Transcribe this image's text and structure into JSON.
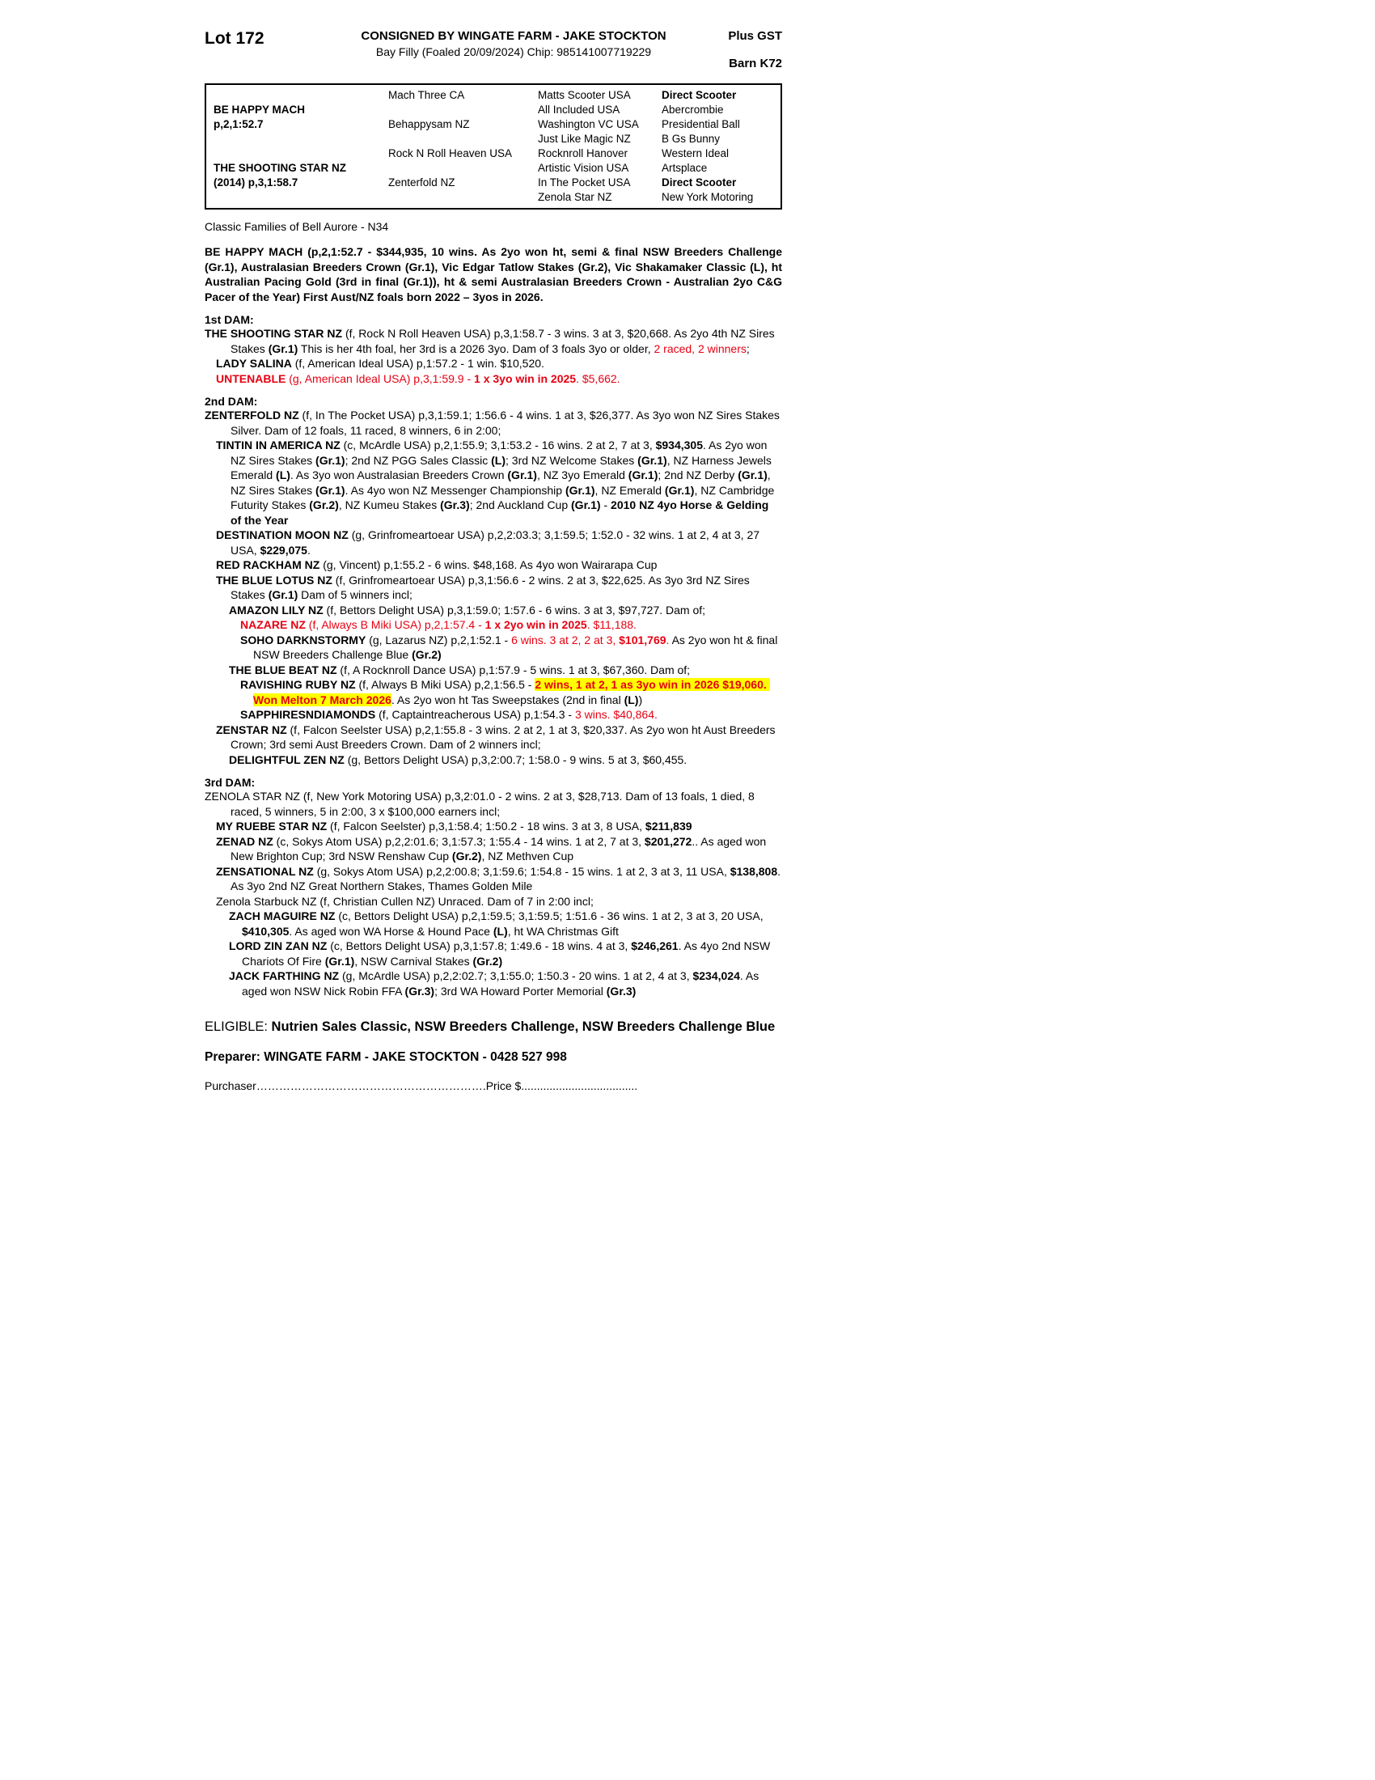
{
  "colors": {
    "accent_red": "#e60012",
    "highlight_yellow": "#ffff00"
  },
  "header": {
    "lot": "Lot 172",
    "consigned": "CONSIGNED BY WINGATE FARM - JAKE STOCKTON",
    "plus_gst": "Plus GST",
    "description": "Bay Filly (Foaled 20/09/2024) Chip: 985141007719229",
    "barn": "Barn K72"
  },
  "pedigree_table": {
    "rows": [
      [
        {
          "t": ""
        },
        {
          "t": "Mach Three CA"
        },
        {
          "t": "Matts Scooter USA"
        },
        {
          "t": "Direct Scooter",
          "b": true
        }
      ],
      [
        {
          "t": "BE HAPPY MACH",
          "b": true
        },
        {
          "t": ""
        },
        {
          "t": "All Included USA"
        },
        {
          "t": "Abercrombie"
        }
      ],
      [
        {
          "t": "p,2,1:52.7",
          "b": true
        },
        {
          "t": "Behappysam NZ"
        },
        {
          "t": "Washington VC USA"
        },
        {
          "t": "Presidential Ball"
        }
      ],
      [
        {
          "t": ""
        },
        {
          "t": ""
        },
        {
          "t": "Just Like Magic NZ"
        },
        {
          "t": "B Gs Bunny"
        }
      ],
      [
        {
          "t": ""
        },
        {
          "t": "Rock N Roll Heaven USA"
        },
        {
          "t": "Rocknroll Hanover"
        },
        {
          "t": "Western Ideal"
        }
      ],
      [
        {
          "t": "THE SHOOTING STAR NZ",
          "b": true
        },
        {
          "t": ""
        },
        {
          "t": "Artistic Vision USA"
        },
        {
          "t": "Artsplace"
        }
      ],
      [
        {
          "t": "(2014) p,3,1:58.7",
          "b": true
        },
        {
          "t": "Zenterfold NZ"
        },
        {
          "t": "In The Pocket USA"
        },
        {
          "t": "Direct Scooter",
          "b": true
        }
      ],
      [
        {
          "t": ""
        },
        {
          "t": ""
        },
        {
          "t": "Zenola Star NZ"
        },
        {
          "t": "New York Motoring"
        }
      ]
    ]
  },
  "family_note": "Classic Families of Bell Aurore - N34",
  "sections": [
    {
      "heading": null,
      "entries": [
        {
          "i": 0,
          "j": true,
          "segs": [
            {
              "t": "BE HAPPY MACH (p,2,1:52.7 - $344,935, 10 wins. As 2yo won ht, semi & final NSW Breeders Challenge (Gr.1), Australasian Breeders Crown (Gr.1), Vic Edgar Tatlow Stakes (Gr.2), Vic Shakamaker Classic (L), ht Australian Pacing Gold (3rd in final (Gr.1)), ht & semi Australasian Breeders Crown - Australian 2yo C&G Pacer of the Year) First Aust/NZ foals born 2022 – 3yos in 2026.",
              "b": true
            }
          ]
        }
      ]
    },
    {
      "heading": "1st DAM:",
      "entries": [
        {
          "i": 0,
          "segs": [
            {
              "t": "THE SHOOTING STAR NZ",
              "b": true
            },
            {
              "t": " (f, Rock N Roll Heaven USA) p,3,1:58.7 - 3 wins. 3 at 3, $20,668. As 2yo 4th NZ Sires Stakes "
            },
            {
              "t": "(Gr.1)",
              "b": true
            },
            {
              "t": " This is her 4th foal, her 3rd is a 2026 3yo. Dam of 3 foals 3yo or older, "
            },
            {
              "t": "2 raced, 2 winners",
              "r": true
            },
            {
              "t": ";"
            }
          ]
        },
        {
          "i": 1,
          "segs": [
            {
              "t": "LADY SALINA",
              "b": true
            },
            {
              "t": " (f, American Ideal USA) p,1:57.2 - 1 win. $10,520."
            }
          ]
        },
        {
          "i": 1,
          "segs": [
            {
              "t": "UNTENABLE",
              "b": true,
              "r": true
            },
            {
              "t": " (g, American Ideal USA) p,3,1:59.9 - ",
              "r": true
            },
            {
              "t": "1 x 3yo win in 2025",
              "b": true,
              "r": true
            },
            {
              "t": ". $5,662.",
              "r": true
            }
          ]
        }
      ]
    },
    {
      "heading": "2nd DAM:",
      "entries": [
        {
          "i": 0,
          "segs": [
            {
              "t": "ZENTERFOLD NZ",
              "b": true
            },
            {
              "t": " (f, In The Pocket USA) p,3,1:59.1; 1:56.6 - 4 wins. 1 at 3, $26,377. As 3yo won NZ Sires Stakes Silver. Dam of 12 foals, 11 raced, 8 winners, 6 in 2:00;"
            }
          ]
        },
        {
          "i": 1,
          "segs": [
            {
              "t": "TINTIN IN AMERICA NZ",
              "b": true
            },
            {
              "t": " (c, McArdle USA) p,2,1:55.9; 3,1:53.2 - 16 wins. 2 at 2, 7 at 3, "
            },
            {
              "t": "$934,305",
              "b": true
            },
            {
              "t": ". As 2yo won NZ Sires Stakes "
            },
            {
              "t": "(Gr.1)",
              "b": true
            },
            {
              "t": "; 2nd NZ PGG Sales Classic "
            },
            {
              "t": "(L)",
              "b": true
            },
            {
              "t": "; 3rd NZ Welcome Stakes "
            },
            {
              "t": "(Gr.1)",
              "b": true
            },
            {
              "t": ", NZ Harness Jewels Emerald "
            },
            {
              "t": "(L)",
              "b": true
            },
            {
              "t": ". As 3yo won Australasian Breeders Crown "
            },
            {
              "t": "(Gr.1)",
              "b": true
            },
            {
              "t": ", NZ 3yo Emerald "
            },
            {
              "t": "(Gr.1)",
              "b": true
            },
            {
              "t": "; 2nd NZ Derby "
            },
            {
              "t": "(Gr.1)",
              "b": true
            },
            {
              "t": ", NZ Sires Stakes "
            },
            {
              "t": "(Gr.1)",
              "b": true
            },
            {
              "t": ". As 4yo won NZ Messenger Championship "
            },
            {
              "t": "(Gr.1)",
              "b": true
            },
            {
              "t": ", NZ Emerald "
            },
            {
              "t": "(Gr.1)",
              "b": true
            },
            {
              "t": ", NZ Cambridge Futurity Stakes "
            },
            {
              "t": "(Gr.2)",
              "b": true
            },
            {
              "t": ", NZ Kumeu Stakes "
            },
            {
              "t": "(Gr.3)",
              "b": true
            },
            {
              "t": "; 2nd Auckland Cup "
            },
            {
              "t": "(Gr.1)",
              "b": true
            },
            {
              "t": " - "
            },
            {
              "t": "2010 NZ 4yo Horse & Gelding of the Year",
              "b": true
            }
          ]
        },
        {
          "i": 1,
          "segs": [
            {
              "t": "DESTINATION MOON NZ",
              "b": true
            },
            {
              "t": " (g, Grinfromeartoear USA) p,2,2:03.3; 3,1:59.5; 1:52.0 - 32 wins. 1 at 2, 4 at 3, 27 USA, "
            },
            {
              "t": "$229,075",
              "b": true
            },
            {
              "t": "."
            }
          ]
        },
        {
          "i": 1,
          "segs": [
            {
              "t": "RED RACKHAM NZ",
              "b": true
            },
            {
              "t": " (g, Vincent) p,1:55.2 - 6 wins. $48,168. As 4yo won Wairarapa Cup"
            }
          ]
        },
        {
          "i": 1,
          "segs": [
            {
              "t": "THE BLUE LOTUS NZ",
              "b": true
            },
            {
              "t": " (f, Grinfromeartoear USA) p,3,1:56.6 - 2 wins. 2 at 3, $22,625. As 3yo 3rd NZ Sires Stakes "
            },
            {
              "t": "(Gr.1)",
              "b": true
            },
            {
              "t": " Dam of 5 winners incl;"
            }
          ]
        },
        {
          "i": 2,
          "segs": [
            {
              "t": "AMAZON LILY NZ",
              "b": true
            },
            {
              "t": " (f, Bettors Delight USA) p,3,1:59.0; 1:57.6 - 6 wins. 3 at 3, $97,727. Dam of;"
            }
          ]
        },
        {
          "i": 3,
          "segs": [
            {
              "t": "NAZARE NZ",
              "b": true,
              "r": true
            },
            {
              "t": " (f, Always B Miki USA) p,2,1:57.4 - ",
              "r": true
            },
            {
              "t": "1 x 2yo win in 2025",
              "b": true,
              "r": true
            },
            {
              "t": ". $11,188.",
              "r": true
            }
          ]
        },
        {
          "i": 3,
          "segs": [
            {
              "t": "SOHO DARKNSTORMY",
              "b": true
            },
            {
              "t": " (g, Lazarus NZ) p,2,1:52.1 - "
            },
            {
              "t": "6 wins. 3 at 2, 2 at 3, ",
              "r": true
            },
            {
              "t": "$101,769",
              "b": true,
              "r": true
            },
            {
              "t": ". ",
              "r": true
            },
            {
              "t": "As 2yo won ht & final NSW Breeders Challenge Blue "
            },
            {
              "t": "(Gr.2)",
              "b": true
            }
          ]
        },
        {
          "i": 2,
          "segs": [
            {
              "t": "THE BLUE BEAT NZ",
              "b": true
            },
            {
              "t": " (f, A Rocknroll Dance USA) p,1:57.9 - 5 wins. 1 at 3, $67,360. Dam of;"
            }
          ]
        },
        {
          "i": 3,
          "segs": [
            {
              "t": "RAVISHING RUBY NZ",
              "b": true
            },
            {
              "t": " (f, Always B Miki USA) p,2,1:56.5 - "
            },
            {
              "t": "2 wins, 1 at 2, 1 as 3yo win in 2026 $19,060. Won Melton 7 March 2026",
              "b": true,
              "r": true,
              "h": true
            },
            {
              "t": ". As 2yo won ht Tas Sweepstakes (2nd in final "
            },
            {
              "t": "(L)",
              "b": true
            },
            {
              "t": ")"
            }
          ]
        },
        {
          "i": 3,
          "segs": [
            {
              "t": "SAPPHIRESNDIAMONDS",
              "b": true
            },
            {
              "t": " (f, Captaintreacherous USA) p,1:54.3 - "
            },
            {
              "t": "3 wins. $40,864.",
              "r": true
            }
          ]
        },
        {
          "i": 1,
          "segs": [
            {
              "t": "ZENSTAR NZ",
              "b": true
            },
            {
              "t": " (f, Falcon Seelster USA) p,2,1:55.8 - 3 wins. 2 at 2, 1 at 3, $20,337. As 2yo won ht Aust Breeders Crown; 3rd semi Aust Breeders Crown. Dam of 2 winners incl;"
            }
          ]
        },
        {
          "i": 2,
          "segs": [
            {
              "t": "DELIGHTFUL ZEN NZ",
              "b": true
            },
            {
              "t": " (g, Bettors Delight USA) p,3,2:00.7; 1:58.0 - 9 wins. 5 at 3, $60,455."
            }
          ]
        }
      ]
    },
    {
      "heading": "3rd DAM:",
      "entries": [
        {
          "i": 0,
          "segs": [
            {
              "t": "ZENOLA STAR NZ (f, New York Motoring USA) p,3,2:01.0 - 2 wins. 2 at 3, $28,713. Dam of 13 foals, 1 died, 8 raced, 5 winners, 5 in 2:00, 3 x $100,000 earners incl;"
            }
          ]
        },
        {
          "i": 1,
          "segs": [
            {
              "t": "MY RUEBE STAR NZ",
              "b": true
            },
            {
              "t": " (f, Falcon Seelster) p,3,1:58.4; 1:50.2 - 18 wins. 3 at 3, 8 USA, "
            },
            {
              "t": "$211,839",
              "b": true
            }
          ]
        },
        {
          "i": 1,
          "segs": [
            {
              "t": "ZENAD NZ",
              "b": true
            },
            {
              "t": " (c, Sokys Atom USA) p,2,2:01.6; 3,1:57.3; 1:55.4 - 14 wins. 1 at 2, 7 at 3, "
            },
            {
              "t": "$201,272",
              "b": true
            },
            {
              "t": ".. As aged won New Brighton Cup; 3rd NSW Renshaw Cup "
            },
            {
              "t": "(Gr.2)",
              "b": true
            },
            {
              "t": ", NZ Methven Cup"
            }
          ]
        },
        {
          "i": 1,
          "segs": [
            {
              "t": "ZENSATIONAL NZ",
              "b": true
            },
            {
              "t": " (g, Sokys Atom USA) p,2,2:00.8; 3,1:59.6; 1:54.8 - 15 wins. 1 at 2, 3 at 3, 11 USA, "
            },
            {
              "t": "$138,808",
              "b": true
            },
            {
              "t": ". As 3yo 2nd NZ Great Northern Stakes, Thames Golden Mile"
            }
          ]
        },
        {
          "i": 1,
          "segs": [
            {
              "t": "Zenola Starbuck NZ (f, Christian Cullen NZ) Unraced. Dam of 7 in 2:00 incl;"
            }
          ]
        },
        {
          "i": 2,
          "segs": [
            {
              "t": "ZACH MAGUIRE NZ",
              "b": true
            },
            {
              "t": " (c, Bettors Delight USA) p,2,1:59.5; 3,1:59.5; 1:51.6 - 36 wins. 1 at 2, 3 at 3, 20 USA, "
            },
            {
              "t": "$410,305",
              "b": true
            },
            {
              "t": ". As aged won WA Horse & Hound Pace "
            },
            {
              "t": "(L)",
              "b": true
            },
            {
              "t": ", ht WA Christmas Gift"
            }
          ]
        },
        {
          "i": 2,
          "segs": [
            {
              "t": "LORD ZIN ZAN NZ",
              "b": true
            },
            {
              "t": " (c, Bettors Delight USA) p,3,1:57.8; 1:49.6 - 18 wins. 4 at 3, "
            },
            {
              "t": "$246,261",
              "b": true
            },
            {
              "t": ". As 4yo 2nd NSW Chariots Of Fire "
            },
            {
              "t": "(Gr.1)",
              "b": true
            },
            {
              "t": ", NSW Carnival Stakes "
            },
            {
              "t": "(Gr.2)",
              "b": true
            }
          ]
        },
        {
          "i": 2,
          "segs": [
            {
              "t": "JACK FARTHING NZ",
              "b": true
            },
            {
              "t": " (g, McArdle USA) p,2,2:02.7; 3,1:55.0; 1:50.3 - 20 wins. 1 at 2, 4 at 3, "
            },
            {
              "t": "$234,024",
              "b": true
            },
            {
              "t": ". As aged won NSW Nick Robin FFA "
            },
            {
              "t": "(Gr.3)",
              "b": true
            },
            {
              "t": "; 3rd WA Howard Porter Memorial "
            },
            {
              "t": "(Gr.3)",
              "b": true
            }
          ]
        }
      ]
    }
  ],
  "footer": {
    "eligible_prefix": "ELIGIBLE: ",
    "eligible_text": "Nutrien Sales Classic, NSW Breeders Challenge, NSW Breeders Challenge Blue",
    "preparer": "Preparer: WINGATE FARM - JAKE STOCKTON - 0428 527 998",
    "purchaser_label": "Purchaser",
    "purchaser_dots": "…………………………………………………….",
    "price_label": "Price $",
    "price_dots": "....................................."
  }
}
